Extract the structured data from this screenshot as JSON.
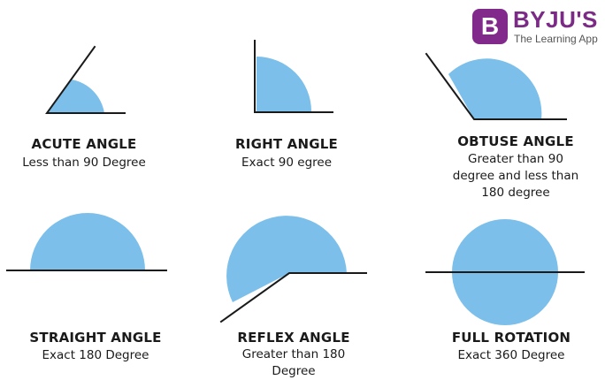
{
  "brand": {
    "mark": "B",
    "name": "BYJU'S",
    "tagline": "The Learning App"
  },
  "colors": {
    "fill": "#7bbfea",
    "line": "#1a1a1a",
    "brand": "#812a8b"
  },
  "angles": [
    {
      "title": "ACUTE ANGLE",
      "desc": [
        "Less than 90 Degree"
      ]
    },
    {
      "title": "RIGHT ANGLE",
      "desc": [
        "Exact 90 egree"
      ]
    },
    {
      "title": "OBTUSE ANGLE",
      "desc": [
        "Greater than 90",
        "degree and less than",
        "180 degree"
      ]
    },
    {
      "title": "STRAIGHT ANGLE",
      "desc": [
        "Exact 180 Degree"
      ]
    },
    {
      "title": "REFLEX ANGLE",
      "desc": [
        "Greater than 180",
        "Degree"
      ]
    },
    {
      "title": "FULL ROTATION",
      "desc": [
        "Exact 360 Degree"
      ]
    }
  ]
}
